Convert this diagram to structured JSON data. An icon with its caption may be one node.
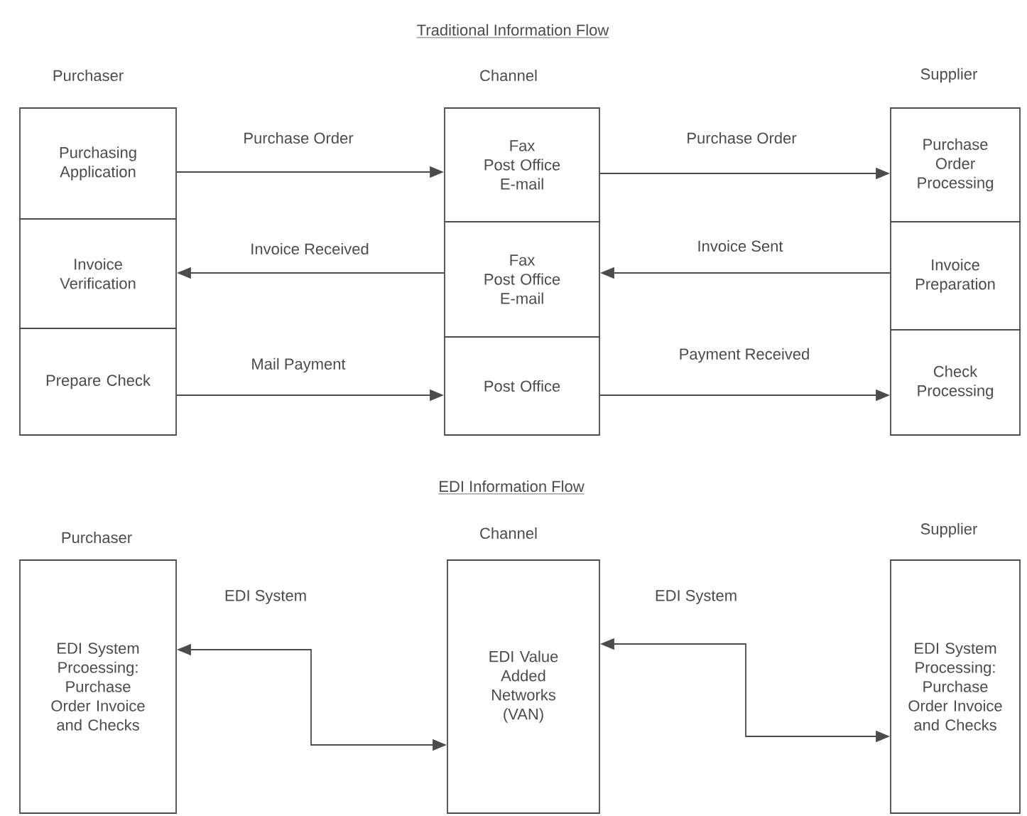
{
  "diagram": {
    "nodes": [
      {
        "text": [
          "Purchasing Application"
        ]
      },
      {
        "text": [
          "Invoice Verification"
        ]
      },
      {
        "text": [
          "Prepare Check"
        ]
      },
      {
        "text": [
          "Fax",
          "Post Office",
          "E-mail"
        ]
      },
      {
        "text": [
          "Fax",
          "Post Office",
          "E-mail"
        ]
      },
      {
        "text": [
          "Post Office"
        ]
      },
      {
        "text": [
          "Purchase Order Processing"
        ]
      },
      {
        "text": [
          "Invoice Preparation"
        ]
      },
      {
        "text": [
          "Check Processing"
        ]
      },
      {
        "text": [
          "EDI System Prcoessing: Purchase Order Invoice and Checks"
        ]
      },
      {
        "text": [
          "EDI Value Added Networks (VAN)"
        ]
      },
      {
        "text": [
          "EDI System Processing: Purchase Order Invoice and Checks"
        ]
      }
    ],
    "edges": [
      {
        "from": 0,
        "to": 3,
        "arrow": "to",
        "label": "Purchase Order"
      },
      {
        "from": 3,
        "to": 6,
        "arrow": "to",
        "label": "Purchase Order"
      },
      {
        "from": 4,
        "to": 1,
        "arrow": "to",
        "label": "Invoice Received"
      },
      {
        "from": 7,
        "to": 4,
        "arrow": "to",
        "label": "Invoice Sent"
      },
      {
        "from": 2,
        "to": 5,
        "arrow": "to",
        "label": "Mail Payment"
      },
      {
        "from": 5,
        "to": 8,
        "arrow": "to",
        "label": "Payment Received"
      },
      {
        "from": 9,
        "to": 10,
        "arrow": "both",
        "label": "EDI System"
      },
      {
        "from": 10,
        "to": 11,
        "arrow": "both",
        "label": "EDI System"
      }
    ],
    "labels": [
      "Traditional Information Flow",
      "Purchaser",
      "Channel",
      "Supplier",
      "EDI Information Flow",
      "Purchaser",
      "Channel",
      "Supplier"
    ]
  }
}
